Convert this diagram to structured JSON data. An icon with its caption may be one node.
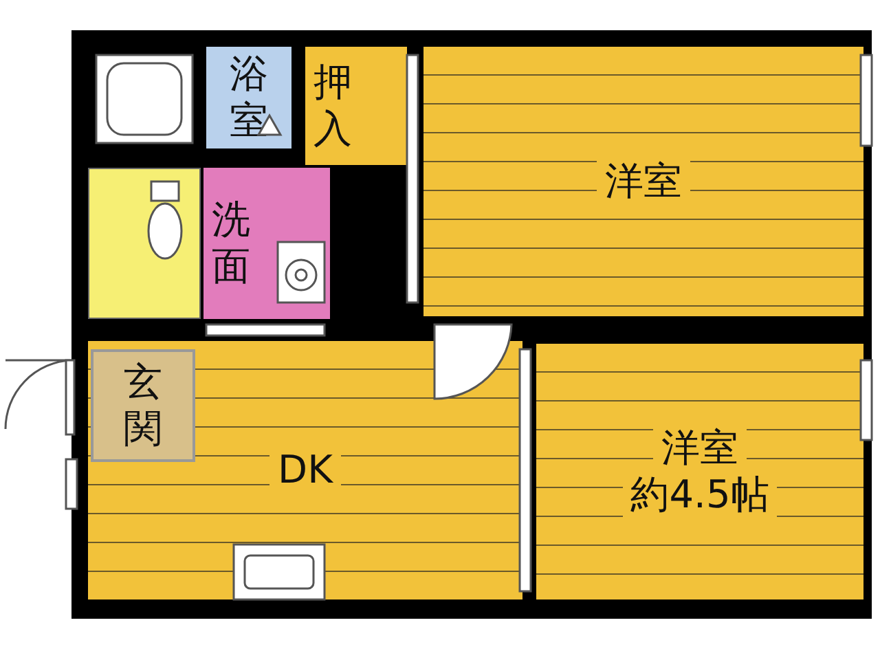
{
  "diagram": {
    "nodes": [
      {
        "text": [
          "浴室"
        ]
      },
      {
        "text": [
          "押入"
        ]
      },
      {
        "text": [
          "洋室"
        ]
      },
      {
        "text": [],
        "shape": "box"
      },
      {
        "text": [
          "洗面"
        ]
      },
      {
        "text": [
          "DK"
        ]
      },
      {
        "text": [
          "玄関"
        ],
        "in": 5
      },
      {
        "text": [
          "洋室",
          "約4.5帖"
        ]
      }
    ],
    "edges": []
  }
}
